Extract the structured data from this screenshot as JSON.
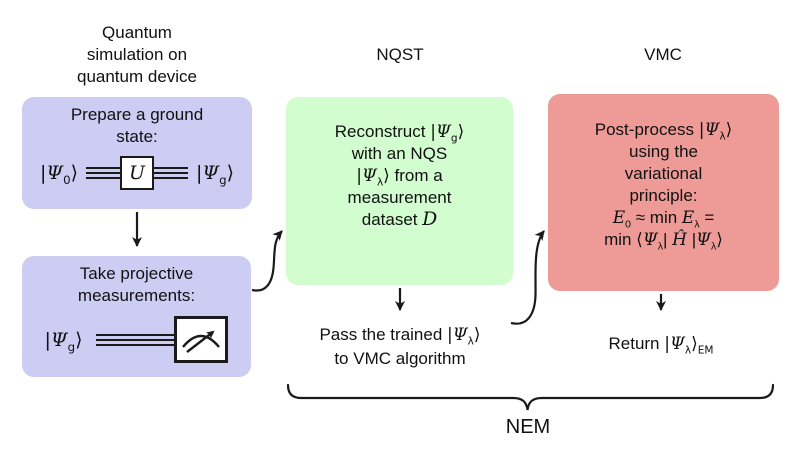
{
  "headers": {
    "device_lines": [
      "Quantum",
      "simulation on",
      "quantum device"
    ],
    "nqst": "NQST",
    "vmc": "VMC"
  },
  "prepare_box": {
    "line1": "Prepare a ground",
    "line2": "state:"
  },
  "measure_box": {
    "line1": "Take projective",
    "line2": "measurements:"
  },
  "reconstruct_box": {
    "l1_pre": "Reconstruct ",
    "l2": "with an NQS",
    "l3_post": " from a",
    "l4": "measurement",
    "l5_pre": "dataset "
  },
  "postprocess_box": {
    "l1_pre": "Post-process ",
    "l2": "using the",
    "l3": "variational",
    "l4": "principle:",
    "l5_approx": " ≈ min ",
    "l5_eq": " =",
    "l6_min": "min ⟨",
    "l6_mid1": "| ",
    "l6_mid2": " |"
  },
  "flow": {
    "pass_l1_pre": "Pass the trained ",
    "pass_l2": "to VMC algorithm",
    "return_pre": "Return ",
    "nem": "NEM"
  },
  "math": {
    "bar": "|",
    "rangle": "⟩",
    "psi": "Ψ",
    "sub_0": "0",
    "sub_g": "g",
    "sub_lambda": "λ",
    "sub_EM": "EM",
    "U": "U",
    "E": "E",
    "H_hat": "Ĥ",
    "dataset_symbol": "D"
  },
  "colors": {
    "device_box": "#cdccf2",
    "nqst_box": "#d1fdcf",
    "vmc_box": "#ee9b97",
    "ink": "#1a1a1a"
  }
}
